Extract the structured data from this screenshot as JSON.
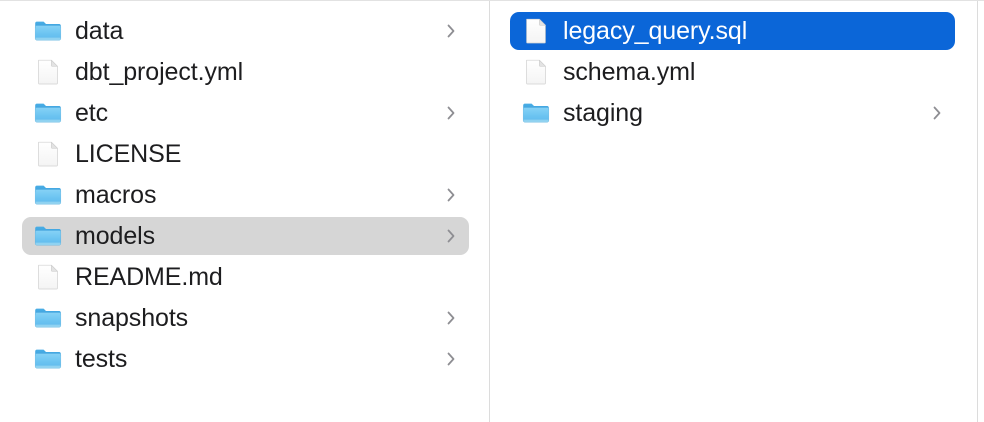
{
  "app": {
    "view": "column-browser",
    "background": "#ffffff",
    "divider_color": "#dcdcdc",
    "selection_colors": {
      "inactive_gray": "#d6d6d6",
      "active_blue": "#0b66d8",
      "selected_text": "#ffffff"
    },
    "text_color": "#1d1d1f",
    "chevron_color": "#8e8e93",
    "folder_icon_color": "#5bbdf0",
    "file_icon_color": "#ffffff"
  },
  "columns": [
    {
      "name": "column-1",
      "items": [
        {
          "label": "data",
          "kind": "folder",
          "icon": "folder-icon",
          "has_chevron": true,
          "selected": "none"
        },
        {
          "label": "dbt_project.yml",
          "kind": "file",
          "icon": "document-icon",
          "has_chevron": false,
          "selected": "none"
        },
        {
          "label": "etc",
          "kind": "folder",
          "icon": "folder-icon",
          "has_chevron": true,
          "selected": "none"
        },
        {
          "label": "LICENSE",
          "kind": "file",
          "icon": "document-icon",
          "has_chevron": false,
          "selected": "none"
        },
        {
          "label": "macros",
          "kind": "folder",
          "icon": "folder-icon",
          "has_chevron": true,
          "selected": "none"
        },
        {
          "label": "models",
          "kind": "folder",
          "icon": "folder-icon",
          "has_chevron": true,
          "selected": "gray"
        },
        {
          "label": "README.md",
          "kind": "file",
          "icon": "document-icon",
          "has_chevron": false,
          "selected": "none"
        },
        {
          "label": "snapshots",
          "kind": "folder",
          "icon": "folder-icon",
          "has_chevron": true,
          "selected": "none"
        },
        {
          "label": "tests",
          "kind": "folder",
          "icon": "folder-icon",
          "has_chevron": true,
          "selected": "none"
        }
      ]
    },
    {
      "name": "column-2",
      "items": [
        {
          "label": "legacy_query.sql",
          "kind": "file",
          "icon": "document-icon",
          "has_chevron": false,
          "selected": "blue"
        },
        {
          "label": "schema.yml",
          "kind": "file",
          "icon": "document-icon",
          "has_chevron": false,
          "selected": "none"
        },
        {
          "label": "staging",
          "kind": "folder",
          "icon": "folder-icon",
          "has_chevron": true,
          "selected": "none"
        }
      ]
    }
  ]
}
